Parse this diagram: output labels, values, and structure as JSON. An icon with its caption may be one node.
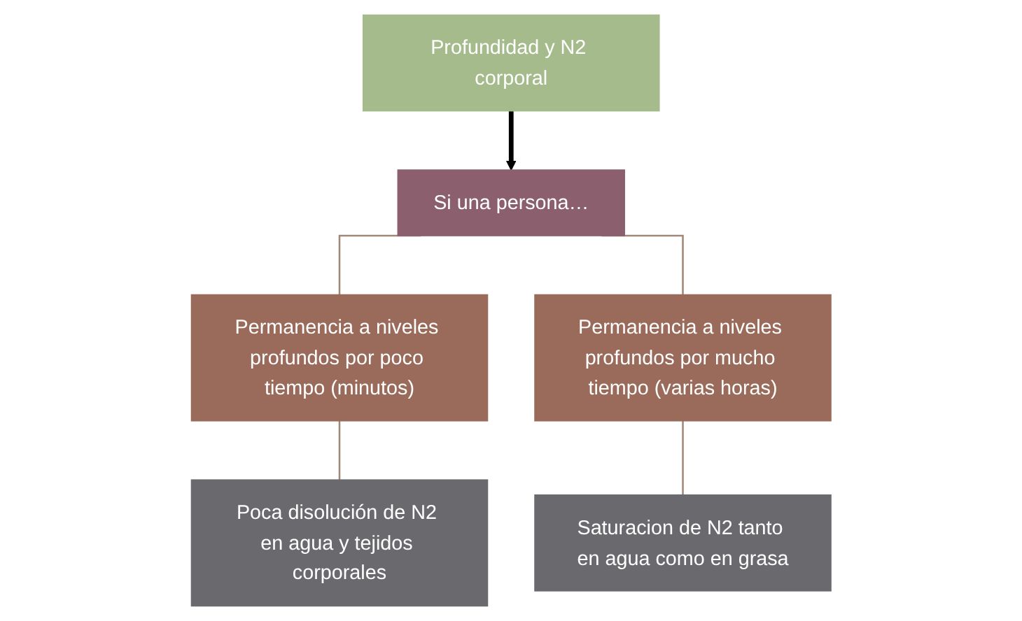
{
  "diagram": {
    "nodes": [
      {
        "text": [
          "Profundidad y N2 corporal"
        ]
      },
      {
        "text": [
          "Si una persona…"
        ]
      },
      {
        "text": [
          "Permanencia a niveles profundos por poco tiempo (minutos)"
        ]
      },
      {
        "text": [
          "Permanencia a niveles profundos por mucho tiempo (varias horas)"
        ]
      },
      {
        "text": [
          "Poca disolución de N2 en agua y tejidos corporales"
        ]
      },
      {
        "text": [
          "Saturacion de N2 tanto en agua como en grasa"
        ]
      }
    ],
    "edges": [
      {
        "from": 0,
        "to": 1,
        "arrow": "to",
        "style": "thick",
        "color": "#000000"
      },
      {
        "from": 1,
        "to": 2,
        "arrow": "none"
      },
      {
        "from": 1,
        "to": 3,
        "arrow": "none"
      },
      {
        "from": 2,
        "to": 4,
        "arrow": "none"
      },
      {
        "from": 3,
        "to": 5,
        "arrow": "none"
      }
    ]
  }
}
